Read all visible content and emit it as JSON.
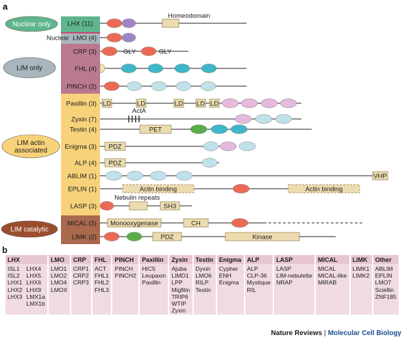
{
  "panel_a_label": "a",
  "panel_b_label": "b",
  "colors": {
    "lim_green": "#5fb58d",
    "lim_magenta": "#c8466e",
    "lim_grey": "#a9b6bd",
    "lim_yellow": "#f7d27a",
    "lim_brown": "#9b4d2e",
    "domain_red": "#ec6a55",
    "domain_purple": "#9f86c2",
    "domain_blue": "#3fb6c9",
    "domain_lightblue": "#bfe1ea",
    "domain_pink": "#e6b9de",
    "domain_green": "#5aac48",
    "domain_box": "#ecdcb0",
    "table_bg": "#ecd2dc"
  },
  "groups": [
    {
      "id": "nuclear",
      "label": "Nuclear only"
    },
    {
      "id": "lim-only",
      "label": "LIM only"
    },
    {
      "id": "actin",
      "label": "LIM actin\nassociated"
    },
    {
      "id": "catalytic",
      "label": "LIM catalytic"
    }
  ],
  "families": [
    {
      "name": "LHX (11)",
      "domains": [
        {
          "shape": "oval",
          "color": "red"
        },
        {
          "shape": "oval",
          "color": "purple"
        },
        {
          "shape": "box",
          "label": ""
        }
      ],
      "annotations": [
        "Homeodomain"
      ]
    },
    {
      "name": "LMO (4)",
      "nuclear_prefix": "Nuclear",
      "domains": [
        {
          "shape": "oval",
          "color": "red"
        },
        {
          "shape": "oval",
          "color": "purple"
        }
      ]
    },
    {
      "name": "CRP (3)",
      "domains": [
        {
          "shape": "oval",
          "color": "red"
        },
        {
          "shape": "oval",
          "color": "red"
        }
      ],
      "annotations": [
        "GLY",
        "GLY"
      ]
    },
    {
      "name": "FHL (4)",
      "domains": [
        {
          "shape": "half",
          "color": "lightyellow"
        },
        {
          "shape": "oval",
          "color": "blue"
        },
        {
          "shape": "oval",
          "color": "blue"
        },
        {
          "shape": "oval",
          "color": "blue"
        },
        {
          "shape": "oval",
          "color": "blue"
        }
      ]
    },
    {
      "name": "PINCH (2)",
      "domains": [
        {
          "shape": "oval",
          "color": "red"
        },
        {
          "shape": "oval",
          "color": "lightblue"
        },
        {
          "shape": "oval",
          "color": "lightblue"
        },
        {
          "shape": "oval",
          "color": "lightblue"
        },
        {
          "shape": "oval",
          "color": "lightblue"
        }
      ]
    },
    {
      "name": "Paxillin (3)",
      "domains": [
        {
          "shape": "box",
          "label": "LD"
        },
        {
          "shape": "box",
          "label": "LD"
        },
        {
          "shape": "box",
          "label": "LD"
        },
        {
          "shape": "box",
          "label": "LD"
        },
        {
          "shape": "box",
          "label": "LD"
        },
        {
          "shape": "oval",
          "color": "pink"
        },
        {
          "shape": "oval",
          "color": "pink"
        },
        {
          "shape": "oval",
          "color": "pink"
        },
        {
          "shape": "oval",
          "color": "pink"
        }
      ]
    },
    {
      "name": "Zyxin (7)",
      "domains": [
        {
          "shape": "oval",
          "color": "pink"
        },
        {
          "shape": "oval",
          "color": "lightblue"
        },
        {
          "shape": "oval",
          "color": "lightblue"
        }
      ],
      "annotations": [
        "ActA"
      ]
    },
    {
      "name": "Testin (4)",
      "domains": [
        {
          "shape": "box",
          "label": "PET"
        },
        {
          "shape": "oval",
          "color": "green"
        },
        {
          "shape": "oval",
          "color": "blue"
        },
        {
          "shape": "oval",
          "color": "blue"
        }
      ]
    },
    {
      "name": "Enigma (3)",
      "domains": [
        {
          "shape": "box",
          "label": "PDZ"
        },
        {
          "shape": "oval",
          "color": "lightblue"
        },
        {
          "shape": "oval",
          "color": "pink"
        },
        {
          "shape": "oval",
          "color": "lightblue"
        }
      ]
    },
    {
      "name": "ALP (4)",
      "domains": [
        {
          "shape": "box",
          "label": "PDZ"
        },
        {
          "shape": "oval",
          "color": "lightblue"
        }
      ]
    },
    {
      "name": "ABLIM (1)",
      "domains": [
        {
          "shape": "oval",
          "color": "lightblue"
        },
        {
          "shape": "oval",
          "color": "lightblue"
        },
        {
          "shape": "oval",
          "color": "lightblue"
        },
        {
          "shape": "oval",
          "color": "lightblue"
        },
        {
          "shape": "box",
          "label": "VHP"
        }
      ]
    },
    {
      "name": "EPLIN (1)",
      "domains": [
        {
          "shape": "dashedbox",
          "label": "Actin binding"
        },
        {
          "shape": "oval",
          "color": "red"
        },
        {
          "shape": "dashedbox",
          "label": "Actin binding"
        }
      ]
    },
    {
      "name": "LASP (3)",
      "domains": [
        {
          "shape": "oval",
          "color": "red"
        },
        {
          "shape": "box",
          "label": ""
        },
        {
          "shape": "box",
          "label": "SH3"
        }
      ],
      "annotations": [
        "Nebulin repeats"
      ]
    },
    {
      "name": "MICAL (3)",
      "domains": [
        {
          "shape": "box",
          "label": "Monooxygenase"
        },
        {
          "shape": "box",
          "label": "CH"
        },
        {
          "shape": "oval",
          "color": "red"
        }
      ]
    },
    {
      "name": "LIMK (2)",
      "domains": [
        {
          "shape": "oval",
          "color": "red"
        },
        {
          "shape": "oval",
          "color": "green"
        },
        {
          "shape": "box",
          "label": "PDZ"
        },
        {
          "shape": "box",
          "label": "Kinase"
        }
      ]
    }
  ],
  "table": [
    {
      "name": "LHX",
      "members": [
        [
          "ISL1",
          "ISL2",
          "LHX1",
          "LHX2",
          "LHX3"
        ],
        [
          "LHX4",
          "LHX5",
          "LHX6",
          "LHX9",
          "LMX1a",
          "LMX1b"
        ]
      ]
    },
    {
      "name": "LMO",
      "members": [
        [
          "LMO1",
          "LMO2",
          "LMO4",
          "LMOX"
        ]
      ]
    },
    {
      "name": "CRP",
      "members": [
        [
          "CRP1",
          "CRP2",
          "CRP3"
        ]
      ]
    },
    {
      "name": "FHL",
      "members": [
        [
          "ACT",
          "FHL1",
          "FHL2",
          "FHL3"
        ]
      ]
    },
    {
      "name": "PINCH",
      "members": [
        [
          "PINCH",
          "PINCH2"
        ]
      ]
    },
    {
      "name": "Paxillin",
      "members": [
        [
          "HIC5",
          "Leupaxin",
          "Paxillin"
        ]
      ]
    },
    {
      "name": "Zyxin",
      "members": [
        [
          "Ajuba",
          "LIMD1",
          "LPP",
          "Migfilin",
          "TRIP6",
          "WTIP",
          "Zyxin"
        ]
      ]
    },
    {
      "name": "Testin",
      "members": [
        [
          "Dyxin",
          "LMO6",
          "RILP",
          "Testin"
        ]
      ]
    },
    {
      "name": "Enigma",
      "members": [
        [
          "Cypher",
          "ENH",
          "Enigma"
        ]
      ]
    },
    {
      "name": "ALP",
      "members": [
        [
          "ALP",
          "CLP-36",
          "Mystique",
          "RIL"
        ]
      ]
    },
    {
      "name": "LASP",
      "members": [
        [
          "LASP",
          "LIM-nebulette",
          "NRAP"
        ]
      ]
    },
    {
      "name": "MICAL",
      "members": [
        [
          "MICAL",
          "MICAL-like",
          "MIRAB"
        ]
      ]
    },
    {
      "name": "LIMK",
      "members": [
        [
          "LIMK1",
          "LIMK2"
        ]
      ]
    },
    {
      "name": "Other",
      "members": [
        [
          "ABLIM",
          "EPLIN",
          "LMO7",
          "Sciellin",
          "ZNF185"
        ]
      ]
    }
  ],
  "credit": {
    "publisher": "Nature Reviews",
    "separator": "|",
    "journal": "Molecular Cell Biology"
  }
}
